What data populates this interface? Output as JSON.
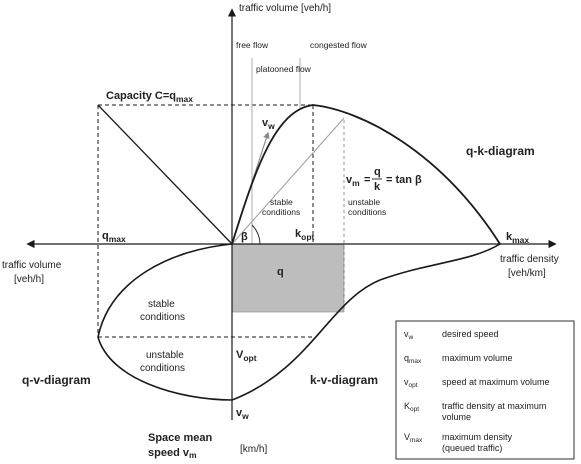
{
  "axes": {
    "up_label": "traffic volume [veh/h]",
    "left_label_line1": "traffic volume",
    "left_label_line2": "[veh/h]",
    "right_label_line1": "traffic density",
    "right_label_line2": "[veh/km]",
    "down_label_line1": "Space mean",
    "down_label_line2": "speed v",
    "down_label_sub": "m",
    "down_unit": "[km/h]"
  },
  "regimes": {
    "free_flow": "free flow",
    "platooned_flow": "platooned flow",
    "congested_flow": "congested flow"
  },
  "capacity": {
    "prefix": "Capacity C=q",
    "sub": "max"
  },
  "labels": {
    "vw_top": {
      "main": "v",
      "sub": "w"
    },
    "vw_bottom": {
      "main": "v",
      "sub": "w"
    },
    "qmax_left": {
      "main": "q",
      "sub": "max"
    },
    "kopt": {
      "main": "k",
      "sub": "opt"
    },
    "kmax": {
      "main": "k",
      "sub": "max"
    },
    "vopt": {
      "main": "V",
      "sub": "opt"
    },
    "beta": "β",
    "q_box": "q",
    "formula": {
      "vm": "v",
      "vm_sub": "m",
      "eq": "=",
      "num": "q",
      "den": "k",
      "tail": "= tan β"
    }
  },
  "conditions": {
    "upper_stable_1": "stable",
    "upper_stable_2": "conditions",
    "upper_unstable_1": "unstable",
    "upper_unstable_2": "conditions",
    "lower_stable_1": "stable",
    "lower_stable_2": "conditions",
    "lower_unstable_1": "unstable",
    "lower_unstable_2": "conditions"
  },
  "diagram_titles": {
    "qk": "q-k-diagram",
    "qv": "q-v-diagram",
    "kv": "k-v-diagram"
  },
  "legend": {
    "items": [
      {
        "sym": "v",
        "sub": "w",
        "desc1": "desired speed",
        "desc2": ""
      },
      {
        "sym": "q",
        "sub": "max",
        "desc1": "maximum volume",
        "desc2": ""
      },
      {
        "sym": "v",
        "sub": "opt",
        "desc1": "speed at maximum volume",
        "desc2": ""
      },
      {
        "sym": "K",
        "sub": "opt",
        "desc1": "traffic density at maximum",
        "desc2": "volume"
      },
      {
        "sym": "V",
        "sub": "max",
        "desc1": "maximum density",
        "desc2": "(queued traffic)"
      }
    ]
  },
  "colors": {
    "line": "#1a1a1a",
    "guide": "#9a9a9a",
    "shade": "#bdbdbd"
  }
}
